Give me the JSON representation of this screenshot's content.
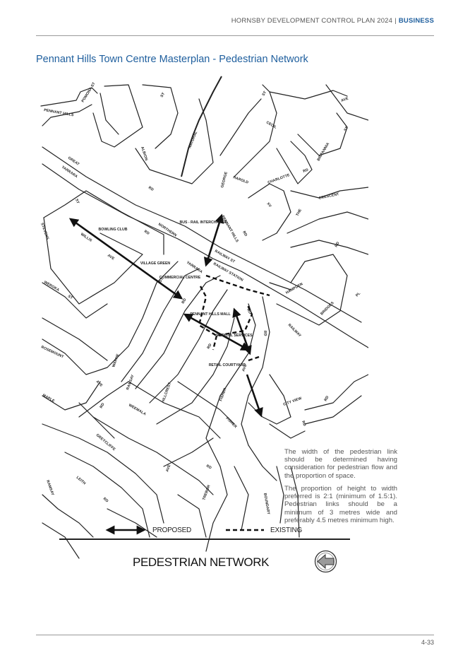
{
  "header": {
    "doc_title": "HORNSBY DEVELOPMENT CONTROL PLAN 2024",
    "separator": "|",
    "section": "BUSINESS"
  },
  "page_title": "Pennant Hills Town Centre Masterplan - Pedestrian Network",
  "map": {
    "streets": [
      "PENNANT HILLS",
      "POMONA ST",
      "ALBION",
      "ST",
      "NATURAL",
      "ST",
      "AVE",
      "CECIL",
      "ST",
      "BRITANNIA",
      "GREAT",
      "YARRARA",
      "RD",
      "GEORGE",
      "HAROLD",
      "CHARLOTTE",
      "RD",
      "CRESCENT",
      "XV",
      "THE",
      "STEVENS",
      "WILLIS",
      "AVE",
      "WEROKA",
      "ST",
      "ST",
      "BOWLING CLUB",
      "RD",
      "NORTHERN",
      "BUS - RAIL INTERCHANGE",
      "PENNANT HILLS",
      "RD",
      "VILLAGE GREEN",
      "YARRARA",
      "RAILWAY ST",
      "RAILWAY STATION",
      "HAMPDEN",
      "RD",
      "BRIDGES",
      "PL",
      "COMMERCIAL CENTRE",
      "ST",
      "RD",
      "RD",
      "PENNANT HILLS MALL",
      "MEDICAL SERVICES",
      "RAILWAY",
      "RD",
      "ROSEMOUNT",
      "WARNE",
      "RAMSAY",
      "RD",
      "RETAIL COURTYARD",
      "AVE",
      "FISHER",
      "CITY VIEW",
      "RD",
      "RD",
      "AVE",
      "MAPLE",
      "RD",
      "WEEMALA",
      "HILLCREST",
      "AVE",
      "GREYCLIFFE",
      "FISHER",
      "RD",
      "RAMSAY",
      "LEITH",
      "RD",
      "TREBOR",
      "BOUNDARY"
    ]
  },
  "notes": [
    "The width of the pedestrian link should be determined having consideration for pedestrian flow and the proportion of space.",
    "The proportion of height to width preferred is 2:1 (minimum of 1.5:1). Pedestrian links should be a minimum of 3 metres wide and preferably 4.5 metres minimum high."
  ],
  "legend": {
    "proposed": "PROPOSED",
    "existing": "EXISTING"
  },
  "map_title": "PEDESTRIAN NETWORK",
  "footer": {
    "page_number": "4-33"
  },
  "colors": {
    "accent": "#1f5f9e",
    "map_line": "#222222"
  }
}
